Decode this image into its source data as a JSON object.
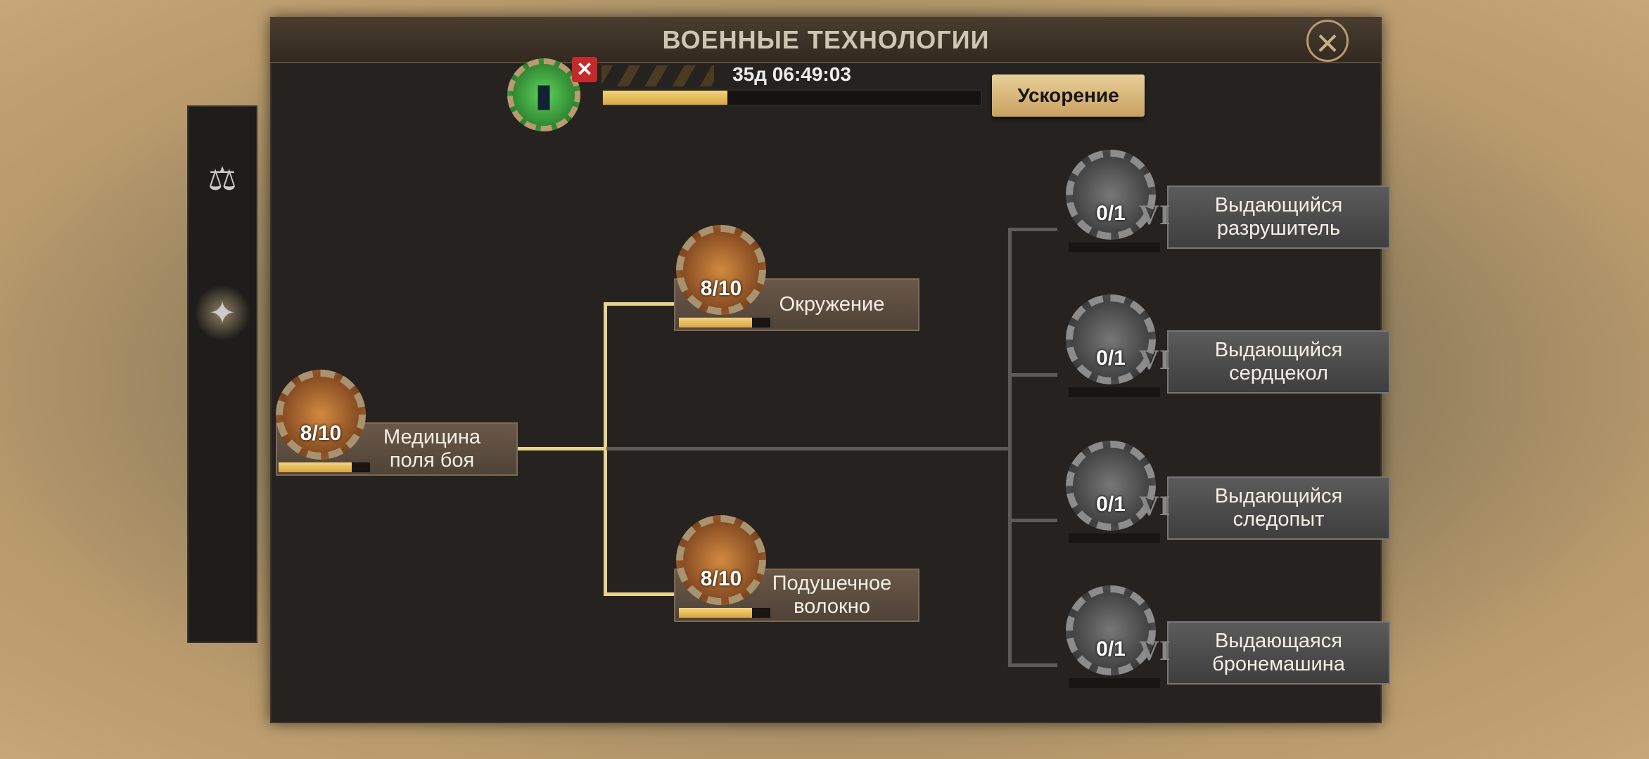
{
  "title": "ВОЕННЫЕ ТЕХНОЛОГИИ",
  "research": {
    "timer": "35д 06:49:03",
    "progress": 0.33,
    "speedup_label": "Ускорение"
  },
  "nodes": [
    {
      "label": "Медицина\nполя боя",
      "count": "8/10",
      "progress": 0.8
    },
    {
      "label": "Окружение",
      "count": "8/10",
      "progress": 0.8
    },
    {
      "label": "Подушечное\nволокно",
      "count": "8/10",
      "progress": 0.8
    },
    {
      "label": "Выдающийся\nразрушитель",
      "count": "0/1",
      "tier": "VI",
      "progress": 0
    },
    {
      "label": "Выдающийся\nсердцекол",
      "count": "0/1",
      "tier": "VI",
      "progress": 0
    },
    {
      "label": "Выдающийся\nследопыт",
      "count": "0/1",
      "tier": "VI",
      "progress": 0
    },
    {
      "label": "Выдающаяся\nбронемашина",
      "count": "0/1",
      "tier": "VI",
      "progress": 0
    }
  ],
  "colors": {
    "accent": "#e9d48d",
    "panel": "#252220",
    "button": "#d9b678"
  }
}
